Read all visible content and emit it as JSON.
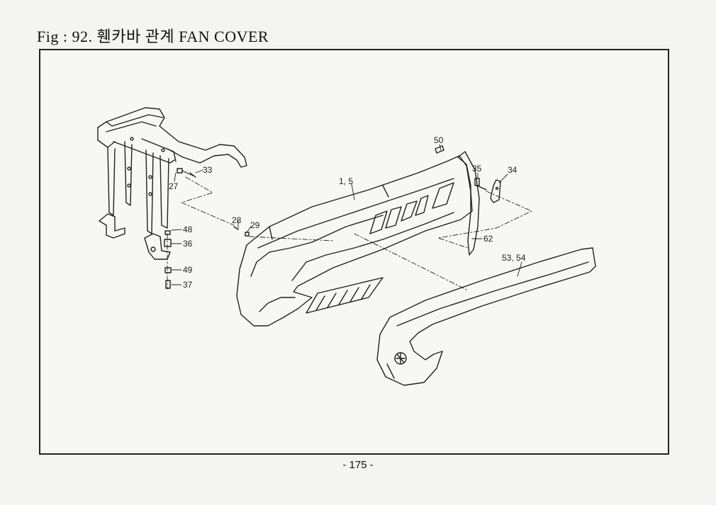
{
  "title": "Fig : 92. 휀카바 관계 FAN COVER",
  "callouts": {
    "c27": "27",
    "c33": "33",
    "c28": "28",
    "c29": "29",
    "c48": "48",
    "c36": "36",
    "c49": "49",
    "c37": "37",
    "c1_5": "1, 5",
    "c50": "50",
    "c35": "35",
    "c34": "34",
    "c62": "62",
    "c53_54": "53, 54"
  },
  "page_number": "- 175 -"
}
